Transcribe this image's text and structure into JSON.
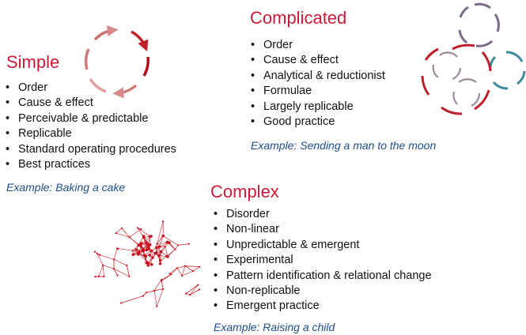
{
  "simple": {
    "title": "Simple",
    "items": [
      "Order",
      "Cause & effect",
      "Perceivable & predictable",
      "Replicable",
      "Standard operating procedures",
      "Best practices"
    ],
    "example": "Example: Baking a cake",
    "icon": "dashed-single-circle-icon"
  },
  "complicated": {
    "title": "Complicated",
    "items": [
      "Order",
      "Cause & effect",
      "Analytical & reductionist",
      "Formulae",
      "Largely replicable",
      "Good practice"
    ],
    "example": "Example: Sending a man to the moon",
    "icon": "overlapping-dashed-circles-icon"
  },
  "complex": {
    "title": "Complex",
    "items": [
      "Disorder",
      "Non-linear",
      "Unpredictable & emergent",
      "Experimental",
      "Pattern identification & relational change",
      "Non-replicable",
      "Emergent practice"
    ],
    "example": "Example: Raising a child",
    "icon": "network-graph-icon"
  },
  "colors": {
    "heading": "#cc1a3a",
    "example": "#1f4e8c",
    "arrow_red": "#c0202a",
    "arrow_purple": "#7a6a8a",
    "arrow_teal": "#3f8a9a",
    "network": "#c8101c"
  }
}
